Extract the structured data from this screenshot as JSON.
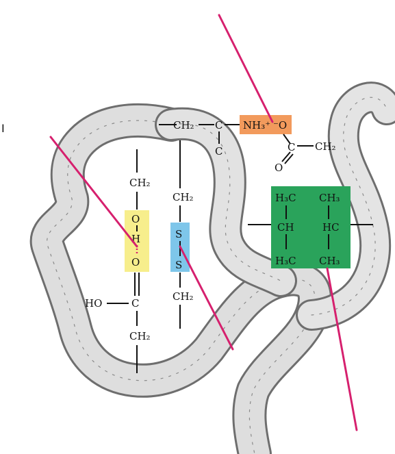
{
  "colors": {
    "pointer": "#d6206e",
    "salt_bridge_box": "#f29a5c",
    "hbond_box": "#f7ee8c",
    "disulfide_box": "#7ec6ea",
    "hydrophobic_box": "#2aa35b",
    "backbone_fill": "#dcdcdc",
    "backbone_stroke": "#6e6e6e"
  },
  "edge_label": "I",
  "salt_bridge": {
    "ch2_left": "CH₂",
    "c_atom": "C",
    "c_below": "C",
    "nh3": "NH₃⁺",
    "o_atom": "⁻O",
    "c_right": "C",
    "ch2_right": "CH₂",
    "o_double": "O"
  },
  "hydrogen_bond": {
    "ch2_top": "CH₂",
    "o_top": "O",
    "h_atom": "H",
    "o_bottom": "O",
    "c_atom": "C",
    "ho": "HO",
    "ch2_bottom": "CH₂"
  },
  "disulfide": {
    "ch2_top": "CH₂",
    "s_top": "S",
    "s_bottom": "S",
    "ch2_bottom": "CH₂"
  },
  "hydrophobic": {
    "h3c_top": "H₃C",
    "ch3_top": "CH₃",
    "ch_left": "CH",
    "hc_right": "HC",
    "h3c_bottom": "H₃C",
    "ch3_bottom": "CH₃"
  }
}
